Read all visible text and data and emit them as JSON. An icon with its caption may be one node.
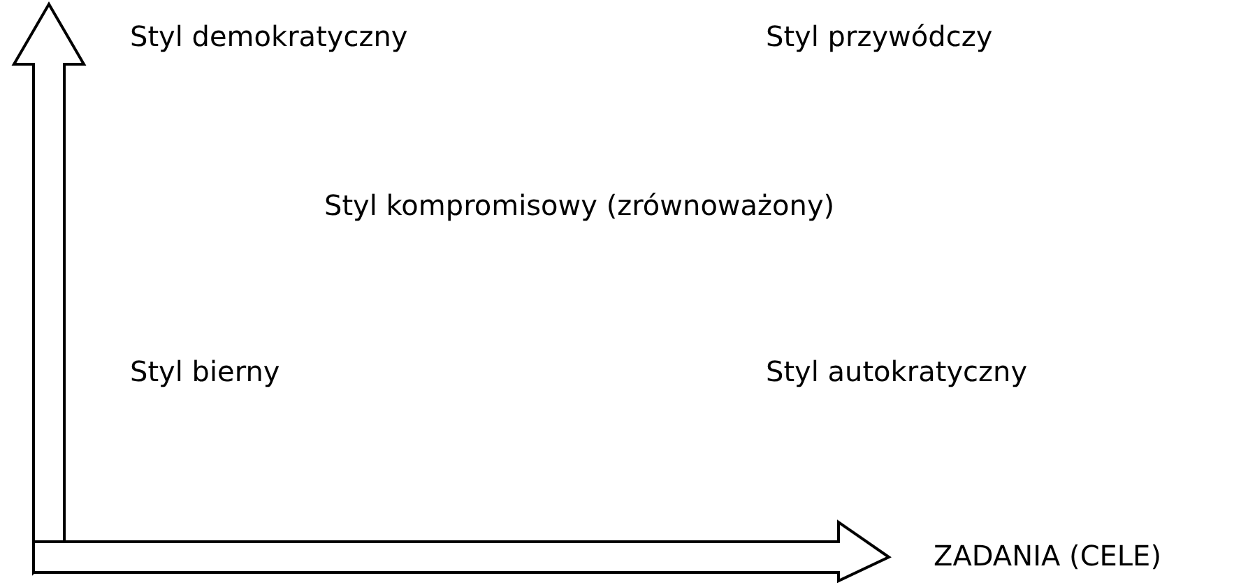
{
  "diagram": {
    "labels": [
      "Styl demokratyczny",
      "Styl przywódczy",
      "Styl kompromisowy (zrównoważony)",
      "Styl bierny",
      "Styl autokratyczny",
      "ZADANIA (CELE)"
    ]
  }
}
